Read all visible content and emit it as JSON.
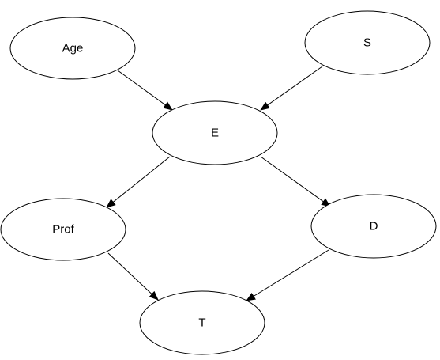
{
  "diagram": {
    "nodes": {
      "age": "Age",
      "s": "S",
      "e": "E",
      "prof": "Prof",
      "d": "D",
      "t": "T"
    },
    "edges": [
      {
        "from": "age",
        "to": "e"
      },
      {
        "from": "s",
        "to": "e"
      },
      {
        "from": "e",
        "to": "prof"
      },
      {
        "from": "e",
        "to": "d"
      },
      {
        "from": "prof",
        "to": "t"
      },
      {
        "from": "d",
        "to": "t"
      }
    ],
    "colors": {
      "stroke": "#000000",
      "fill": "#ffffff",
      "text": "#000000"
    }
  }
}
